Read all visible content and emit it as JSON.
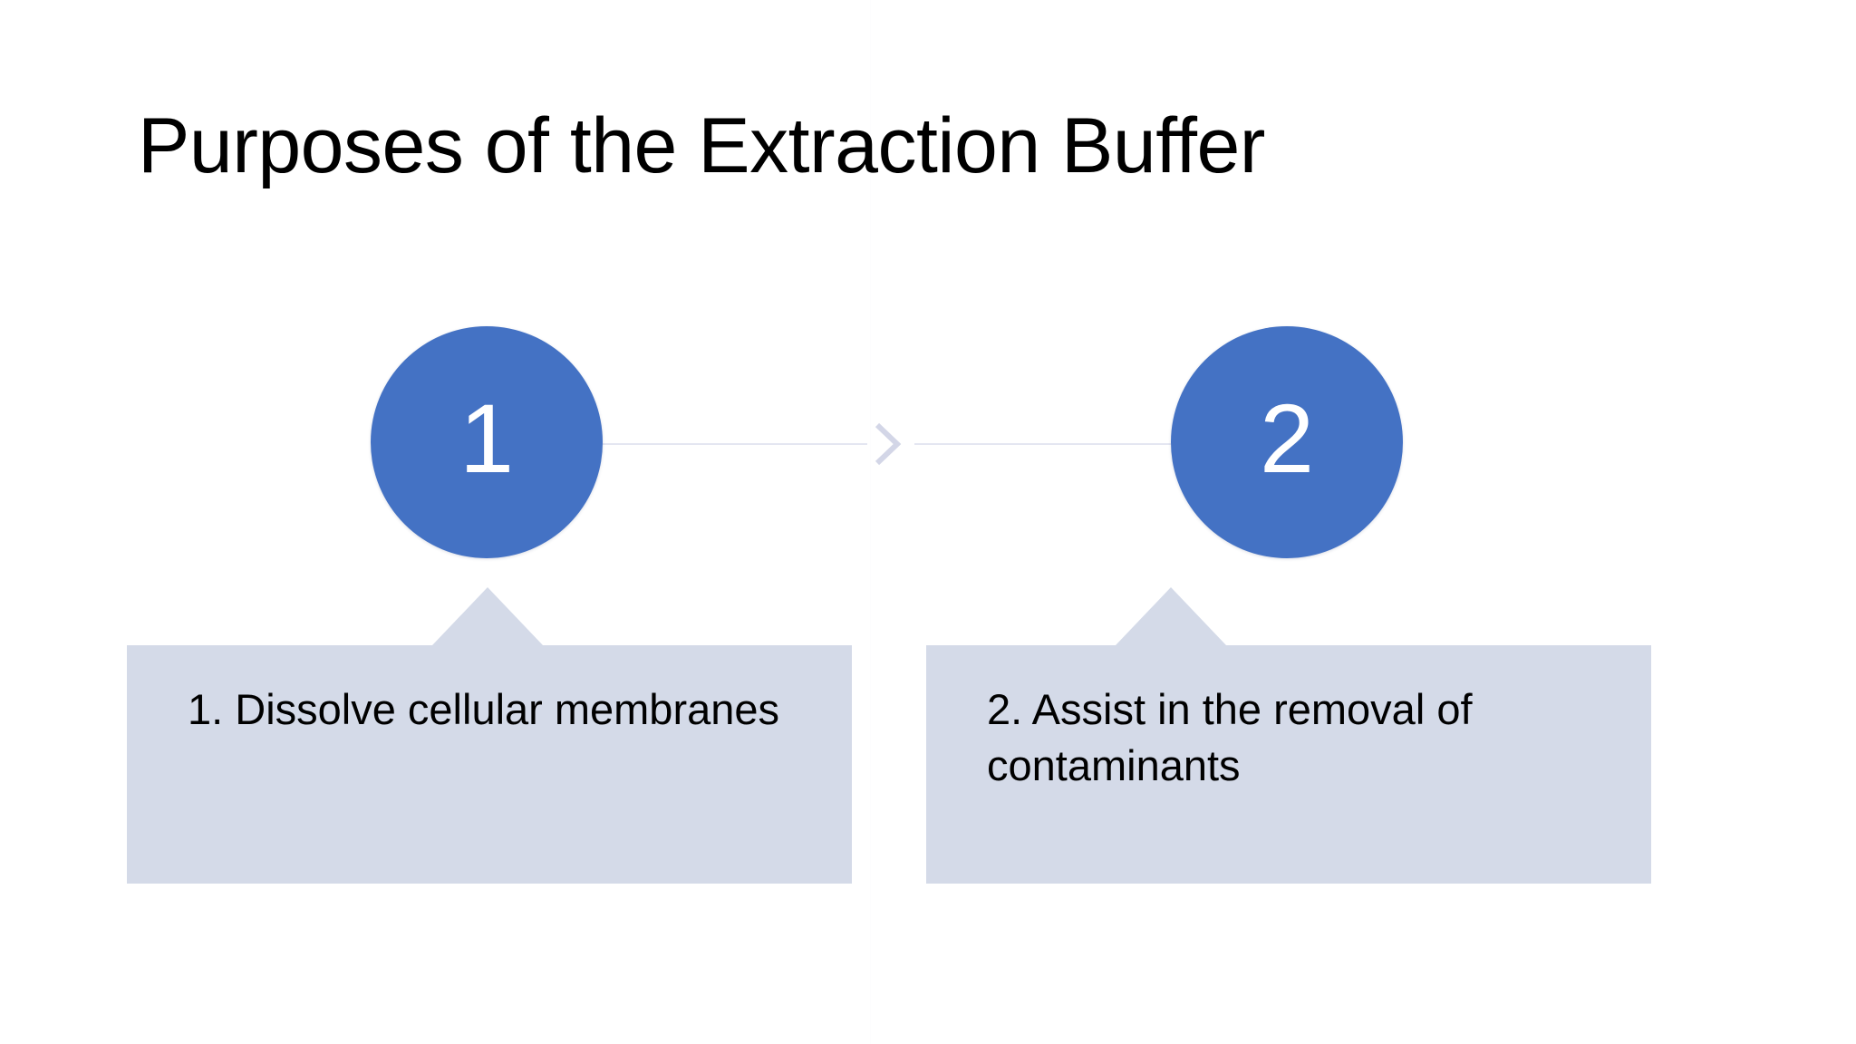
{
  "slide": {
    "title": "Purposes of the Extraction Buffer",
    "background_color": "#FFFFFF",
    "accent_color": "#4472C4",
    "callout_color": "#D4DAE8",
    "connector_color": "#E4E6F1",
    "text_color": "#000000"
  },
  "process": {
    "steps": [
      {
        "number": "1",
        "text": "1. Dissolve cellular membranes"
      },
      {
        "number": "2",
        "text": "2. Assist in the removal of contaminants"
      }
    ],
    "connector_icon": "chevron-right-icon"
  }
}
